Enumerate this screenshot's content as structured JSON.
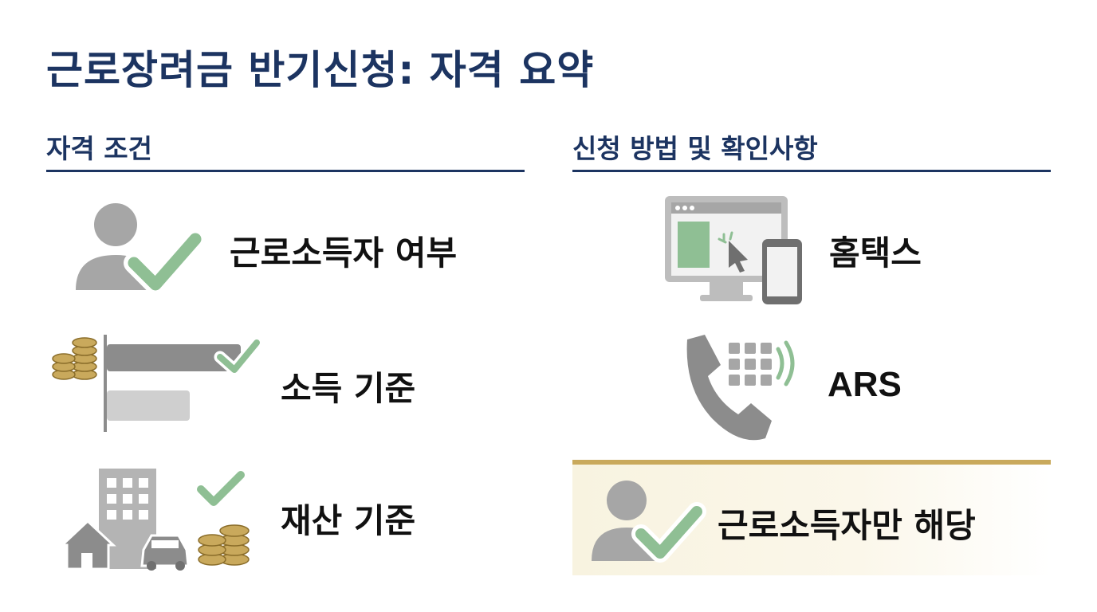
{
  "title": "근로장려금 반기신청: 자격 요약",
  "left_section": {
    "heading": "자격 조건",
    "items": [
      {
        "label": "근로소득자 여부",
        "icon": "person-check-icon"
      },
      {
        "label": "소득 기준",
        "icon": "income-bar-check-icon"
      },
      {
        "label": "재산 기준",
        "icon": "property-check-icon"
      }
    ]
  },
  "right_section": {
    "heading": "신청 방법 및 확인사항",
    "items": [
      {
        "label": "홈택스",
        "icon": "computer-phone-icon"
      },
      {
        "label": "ARS",
        "icon": "phone-keypad-icon"
      }
    ],
    "note": {
      "label": "근로소득자만 해당",
      "icon": "person-check-icon"
    }
  },
  "colors": {
    "title": "#1c3461",
    "check_green": "#8fbf94",
    "icon_gray": "#a6a6a6",
    "coin_gold": "#c9a95c",
    "note_border": "#c9a95c"
  }
}
